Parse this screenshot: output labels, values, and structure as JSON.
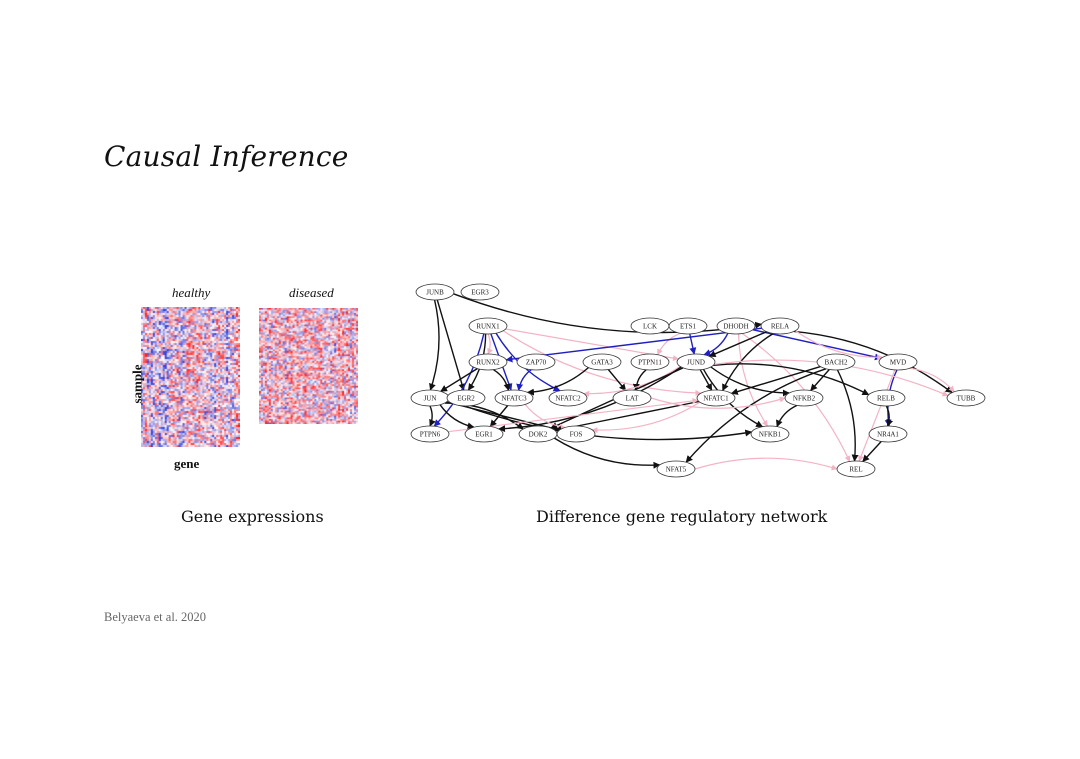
{
  "slide": {
    "title": "Causal Inference",
    "heatmap": {
      "healthy_label": "healthy",
      "diseased_label": "diseased",
      "y_axis_label": "sample",
      "x_axis_label": "gene",
      "colors": {
        "low": "#3040c8",
        "high": "#d01818",
        "mid": "#ffffff"
      }
    },
    "left_caption": "Gene expressions",
    "right_caption": "Difference gene regulatory network",
    "citation": "Belyaeva et al. 2020",
    "network": {
      "edge_colors": {
        "black": "#111111",
        "blue": "#2020c0",
        "pink": "#f3b3c4"
      },
      "nodes": [
        {
          "id": "JUNB",
          "label": "JUNB"
        },
        {
          "id": "EGR3",
          "label": "EGR3"
        },
        {
          "id": "RUNX1",
          "label": "RUNX1"
        },
        {
          "id": "LCK",
          "label": "LCK"
        },
        {
          "id": "ETS1",
          "label": "ETS1"
        },
        {
          "id": "DHODH",
          "label": "DHODH"
        },
        {
          "id": "RELA",
          "label": "RELA"
        },
        {
          "id": "RUNX2",
          "label": "RUNX2"
        },
        {
          "id": "ZAP70",
          "label": "ZAP70"
        },
        {
          "id": "GATA3",
          "label": "GATA3"
        },
        {
          "id": "PTPN11",
          "label": "PTPN11"
        },
        {
          "id": "JUND",
          "label": "JUND"
        },
        {
          "id": "BACH2",
          "label": "BACH2"
        },
        {
          "id": "MVD",
          "label": "MVD"
        },
        {
          "id": "JUN",
          "label": "JUN"
        },
        {
          "id": "EGR2",
          "label": "EGR2"
        },
        {
          "id": "NFATC3",
          "label": "NFATC3"
        },
        {
          "id": "NFATC2",
          "label": "NFATC2"
        },
        {
          "id": "LAT",
          "label": "LAT"
        },
        {
          "id": "NFATC1",
          "label": "NFATC1"
        },
        {
          "id": "NFKB2",
          "label": "NFKB2"
        },
        {
          "id": "RELB",
          "label": "RELB"
        },
        {
          "id": "TUBB",
          "label": "TUBB"
        },
        {
          "id": "PTPN6",
          "label": "PTPN6"
        },
        {
          "id": "EGR1",
          "label": "EGR1"
        },
        {
          "id": "DOK2",
          "label": "DOK2"
        },
        {
          "id": "FOS",
          "label": "FOS"
        },
        {
          "id": "NFKB1",
          "label": "NFKB1"
        },
        {
          "id": "NR4A1",
          "label": "NR4A1"
        },
        {
          "id": "NFAT5",
          "label": "NFAT5"
        },
        {
          "id": "REL",
          "label": "REL"
        }
      ],
      "edges": [
        {
          "from": "JUNB",
          "to": "JUN",
          "color": "black"
        },
        {
          "from": "JUNB",
          "to": "EGR2",
          "color": "black"
        },
        {
          "from": "JUNB",
          "to": "RELA",
          "color": "black"
        },
        {
          "from": "RUNX1",
          "to": "PTPN6",
          "color": "blue"
        },
        {
          "from": "RUNX1",
          "to": "NFATC3",
          "color": "blue"
        },
        {
          "from": "RUNX1",
          "to": "NFATC2",
          "color": "blue"
        },
        {
          "from": "RUNX1",
          "to": "RUNX2",
          "color": "pink"
        },
        {
          "from": "RUNX1",
          "to": "JUND",
          "color": "pink"
        },
        {
          "from": "RUNX1",
          "to": "NFATC1",
          "color": "pink"
        },
        {
          "from": "RUNX1",
          "to": "EGR2",
          "color": "black"
        },
        {
          "from": "ETS1",
          "to": "JUND",
          "color": "blue"
        },
        {
          "from": "ETS1",
          "to": "PTPN11",
          "color": "pink"
        },
        {
          "from": "DHODH",
          "to": "JUND",
          "color": "blue"
        },
        {
          "from": "DHODH",
          "to": "MVD",
          "color": "blue"
        },
        {
          "from": "DHODH",
          "to": "NFKB1",
          "color": "pink"
        },
        {
          "from": "DHODH",
          "to": "REL",
          "color": "pink"
        },
        {
          "from": "RELA",
          "to": "JUND",
          "color": "black"
        },
        {
          "from": "RELA",
          "to": "NFATC1",
          "color": "black"
        },
        {
          "from": "RELA",
          "to": "TUBB",
          "color": "black"
        },
        {
          "from": "RELA",
          "to": "RUNX2",
          "color": "blue"
        },
        {
          "from": "RELA",
          "to": "MVD",
          "color": "pink"
        },
        {
          "from": "RUNX2",
          "to": "NFATC3",
          "color": "black"
        },
        {
          "from": "RUNX2",
          "to": "JUN",
          "color": "black"
        },
        {
          "from": "ZAP70",
          "to": "NFATC3",
          "color": "blue"
        },
        {
          "from": "GATA3",
          "to": "NFATC3",
          "color": "black"
        },
        {
          "from": "GATA3",
          "to": "LAT",
          "color": "black"
        },
        {
          "from": "PTPN11",
          "to": "LAT",
          "color": "black"
        },
        {
          "from": "JUND",
          "to": "NFATC2",
          "color": "pink"
        },
        {
          "from": "JUND",
          "to": "NFATC1",
          "color": "black"
        },
        {
          "from": "JUND",
          "to": "NFKB2",
          "color": "black"
        },
        {
          "from": "JUND",
          "to": "RELB",
          "color": "black"
        },
        {
          "from": "JUND",
          "to": "DOK2",
          "color": "black"
        },
        {
          "from": "JUND",
          "to": "NFKB1",
          "color": "black"
        },
        {
          "from": "JUND",
          "to": "EGR1",
          "color": "black"
        },
        {
          "from": "BACH2",
          "to": "NFATC1",
          "color": "black"
        },
        {
          "from": "BACH2",
          "to": "NFAT5",
          "color": "black"
        },
        {
          "from": "BACH2",
          "to": "REL",
          "color": "black"
        },
        {
          "from": "BACH2",
          "to": "NFKB2",
          "color": "black"
        },
        {
          "from": "MVD",
          "to": "NR4A1",
          "color": "blue"
        },
        {
          "from": "MVD",
          "to": "TUBB",
          "color": "pink"
        },
        {
          "from": "MVD",
          "to": "REL",
          "color": "pink"
        },
        {
          "from": "JUN",
          "to": "EGR1",
          "color": "black"
        },
        {
          "from": "JUN",
          "to": "DOK2",
          "color": "black"
        },
        {
          "from": "JUN",
          "to": "FOS",
          "color": "black"
        },
        {
          "from": "JUN",
          "to": "NFKB1",
          "color": "black"
        },
        {
          "from": "JUN",
          "to": "PTPN6",
          "color": "black"
        },
        {
          "from": "NFATC3",
          "to": "EGR1",
          "color": "black"
        },
        {
          "from": "NFATC3",
          "to": "FOS",
          "color": "pink"
        },
        {
          "from": "NFATC1",
          "to": "FOS",
          "color": "pink"
        },
        {
          "from": "NFATC1",
          "to": "DOK2",
          "color": "black"
        },
        {
          "from": "NFKB2",
          "to": "NFKB1",
          "color": "black"
        },
        {
          "from": "RELB",
          "to": "NR4A1",
          "color": "black"
        },
        {
          "from": "NR4A1",
          "to": "REL",
          "color": "black"
        },
        {
          "from": "DOK2",
          "to": "NFAT5",
          "color": "black"
        },
        {
          "from": "NFAT5",
          "to": "REL",
          "color": "pink"
        },
        {
          "from": "PTPN6",
          "to": "NFATC1",
          "color": "pink"
        },
        {
          "from": "LAT",
          "to": "NFKB2",
          "color": "pink"
        },
        {
          "from": "JUND",
          "to": "TUBB",
          "color": "pink"
        }
      ]
    }
  }
}
